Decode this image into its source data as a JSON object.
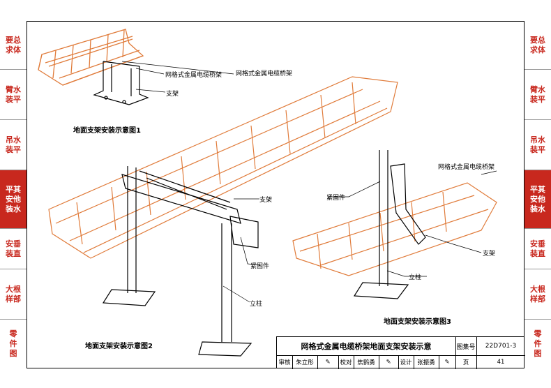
{
  "side_tabs": [
    {
      "text": "要总求体",
      "active": false
    },
    {
      "text": "臂水装平",
      "active": false
    },
    {
      "text": "吊水装平",
      "active": false
    },
    {
      "text": "平其安他装水",
      "active": true
    },
    {
      "text": "安垂装直",
      "active": false
    },
    {
      "text": "大根样部",
      "active": false
    },
    {
      "text": "零件图",
      "active": false
    }
  ],
  "labels": {
    "fig1_tray": "网格式金属电缆桥架",
    "fig1_tray2": "网格式金属电缆桥架",
    "fig1_support": "支架",
    "fig1_caption": "地面支架安装示意图1",
    "fig2_support": "支架",
    "fig2_fastener": "紧固件",
    "fig2_post": "立柱",
    "fig2_caption": "地面支架安装示意图2",
    "fig3_tray": "网格式金属电缆桥架",
    "fig3_fastener": "紧固件",
    "fig3_support": "支架",
    "fig3_post": "立柱",
    "fig3_caption": "地面支架安装示意图3"
  },
  "title_block": {
    "title": "网格式金属电缆桥架地面支架安装示意",
    "atlas_label": "图集号",
    "atlas_no": "22D701-3",
    "review_label": "审核",
    "reviewer": "朱立彤",
    "check_label": "校对",
    "checker": "焦鹤勇",
    "design_label": "设计",
    "designer": "张振勇",
    "page_label": "页",
    "page_no": "41"
  },
  "colors": {
    "tray": "#e07b3a",
    "tab_red": "#c8281e"
  }
}
